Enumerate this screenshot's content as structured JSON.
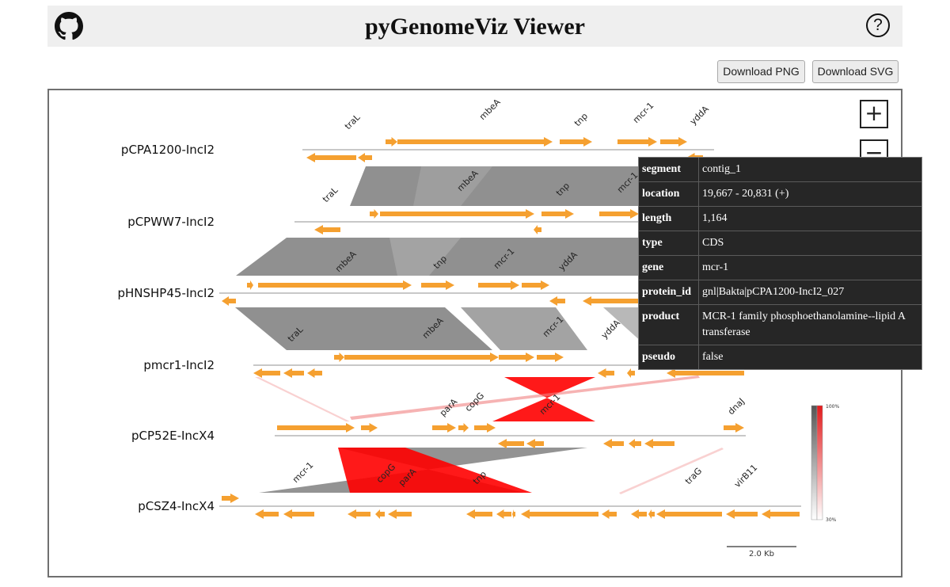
{
  "app": {
    "title": "pyGenomeViz Viewer",
    "help_icon": "question-icon",
    "github_icon": "github-icon"
  },
  "toolbar": {
    "download_png": "Download PNG",
    "download_svg": "Download SVG"
  },
  "zoom": {
    "in": "+",
    "out": "−"
  },
  "tracks": [
    {
      "name": "pCPA1200-IncI2"
    },
    {
      "name": "pCPWW7-IncI2"
    },
    {
      "name": "pHNSHP45-IncI2"
    },
    {
      "name": "pmcr1-IncI2"
    },
    {
      "name": "pCP52E-IncX4"
    },
    {
      "name": "pCSZ4-IncX4"
    }
  ],
  "gene_labels": {
    "pCPA1200-IncI2": [
      "traL",
      "mbeA",
      "tnp",
      "mcr-1",
      "yddA"
    ],
    "pCPWW7-IncI2": [
      "traL",
      "mbeA",
      "tnp",
      "mcr-1"
    ],
    "pHNSHP45-IncI2": [
      "mbeA",
      "tnp",
      "mcr-1",
      "yddA"
    ],
    "pmcr1-IncI2": [
      "traL",
      "mbeA",
      "mcr-1",
      "yddA"
    ],
    "pCP52E-IncX4": [
      "parA",
      "copG",
      "mcr-1",
      "dnaJ"
    ],
    "pCSZ4-IncX4": [
      "mcr-1",
      "copG",
      "parA",
      "tnp",
      "traG",
      "virB11"
    ]
  },
  "colorbar": {
    "max_label": "100%",
    "min_label": "30%",
    "forward_color": "#e31a1c",
    "reverse_color": "#808080"
  },
  "scalebar": {
    "label": "2.0 Kb"
  },
  "colors": {
    "cds": "#f5a030",
    "track_line": "#c8c8c8",
    "link_gray": "#808080",
    "link_red": "#ff0000"
  },
  "tooltip": {
    "rows": [
      {
        "key": "segment",
        "value": "contig_1"
      },
      {
        "key": "location",
        "value": "19,667 - 20,831 (+)"
      },
      {
        "key": "length",
        "value": "1,164"
      },
      {
        "key": "type",
        "value": "CDS"
      },
      {
        "key": "gene",
        "value": "mcr-1"
      },
      {
        "key": "protein_id",
        "value": "gnl|Bakta|pCPA1200-IncI2_027"
      },
      {
        "key": "product",
        "value": "MCR-1 family phosphoethanolamine--lipid A transferase"
      },
      {
        "key": "pseudo",
        "value": "false"
      }
    ]
  }
}
